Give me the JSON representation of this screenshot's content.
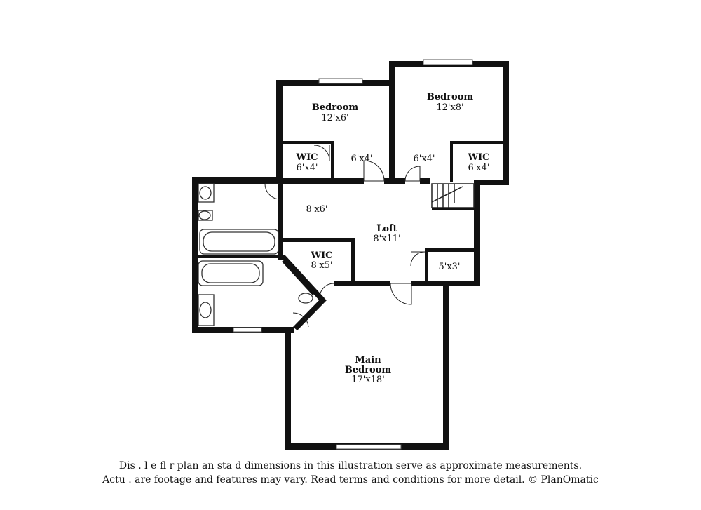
{
  "rooms": {
    "bedroom_left": {
      "name": "Bedroom",
      "dim": "12'x6'"
    },
    "bedroom_right": {
      "name": "Bedroom",
      "dim": "12'x8'"
    },
    "wic_left": {
      "name": "WIC",
      "dim": "6'x4'"
    },
    "wic_right": {
      "name": "WIC",
      "dim": "6'x4'"
    },
    "closet_left": {
      "dim": "6'x4'"
    },
    "closet_right": {
      "dim": "6'x4'"
    },
    "hall": {
      "dim": "8'x6'"
    },
    "loft": {
      "name": "Loft",
      "dim": "8'x11'"
    },
    "wic_main": {
      "name": "WIC",
      "dim": "8'x5'"
    },
    "closet_small": {
      "dim": "5'x3'"
    },
    "main_bedroom": {
      "name_line1": "Main",
      "name_line2": "Bedroom",
      "dim": "17'x18'"
    }
  },
  "disclaimer": {
    "line1": "Dis    .   l e fl   r plan an  sta  d dimensions in this illustration serve as approximate measurements.",
    "line2": "Actu    . are footage and features may vary. Read terms and conditions for more detail. © PlanOmatic"
  }
}
